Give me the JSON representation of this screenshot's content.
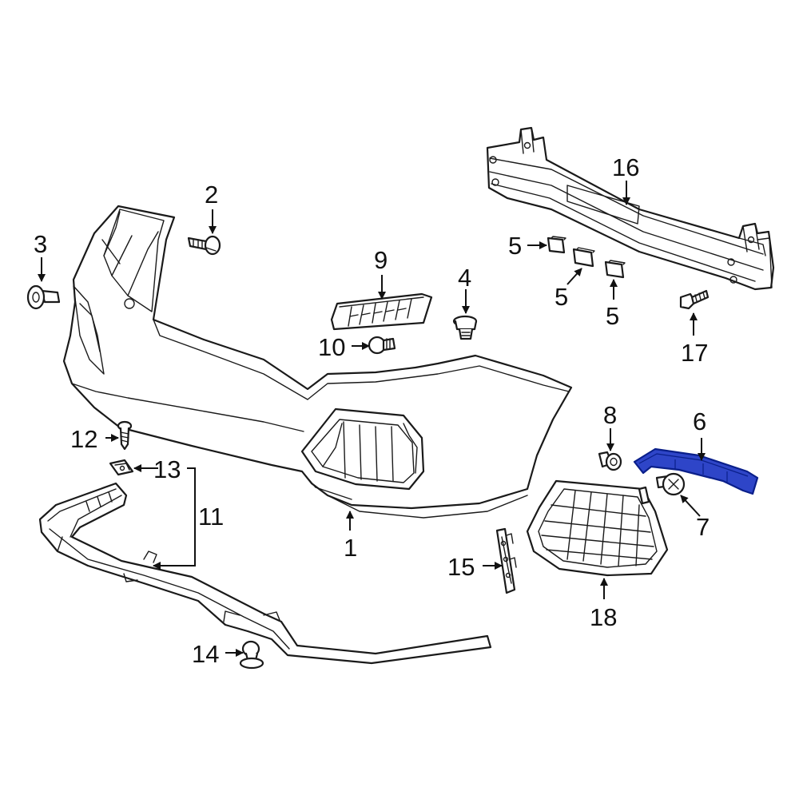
{
  "colors": {
    "line": "#1a1a1a",
    "highlight_fill": "#2e45c8",
    "highlight_stroke": "#0a1f8a",
    "background": "#ffffff"
  },
  "callouts": {
    "c1": "1",
    "c2": "2",
    "c3": "3",
    "c4": "4",
    "c5a": "5",
    "c5b": "5",
    "c5c": "5",
    "c6": "6",
    "c7": "7",
    "c8": "8",
    "c9": "9",
    "c10": "10",
    "c11": "11",
    "c12": "12",
    "c13": "13",
    "c14": "14",
    "c15": "15",
    "c16": "16",
    "c17": "17",
    "c18": "18"
  },
  "highlighted_part": "6"
}
